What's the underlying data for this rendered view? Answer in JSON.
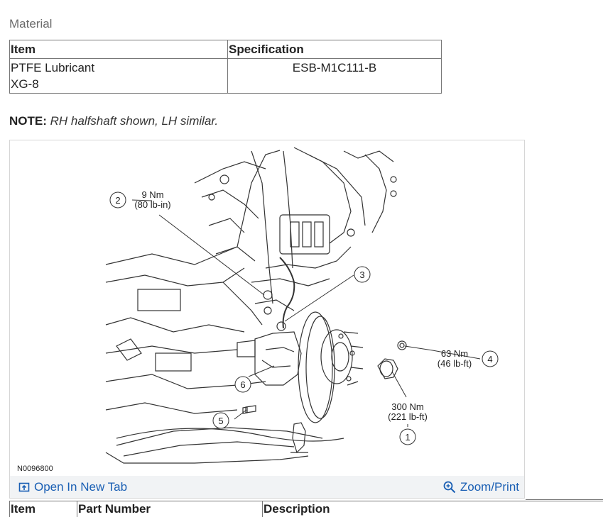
{
  "material": {
    "title": "Material",
    "headers": {
      "item": "Item",
      "specification": "Specification"
    },
    "row": {
      "item_line1": "PTFE Lubricant",
      "item_line2": "XG-8",
      "specification": "ESB-M1C111-B"
    }
  },
  "note": {
    "label": "NOTE:",
    "text": "RH halfshaft shown, LH similar."
  },
  "figure": {
    "code": "N0096800",
    "callouts": [
      "1",
      "2",
      "3",
      "4",
      "5",
      "6"
    ],
    "torque_2_nm": "9 Nm",
    "torque_2_alt": "(80 lb-in)",
    "torque_4_nm": "63 Nm",
    "torque_4_alt": "(46 lb-ft)",
    "torque_1_nm": "300 Nm",
    "torque_1_alt": "(221 lb-ft)",
    "open_tab_label": "Open In New Tab",
    "zoom_label": "Zoom/Print",
    "link_color": "#1a5fb4"
  },
  "parts": {
    "headers": {
      "item": "Item",
      "part_number": "Part Number",
      "description": "Description"
    }
  }
}
